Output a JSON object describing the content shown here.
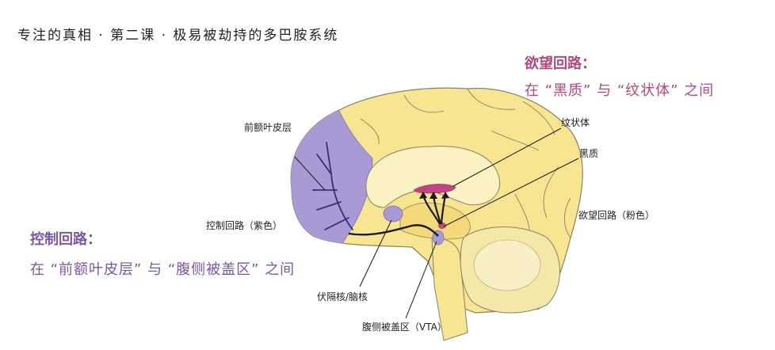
{
  "header": {
    "title": "专注的真相 · 第二课 · 极易被劫持的多巴胺系统"
  },
  "desire_circuit": {
    "heading": "欲望回路：",
    "description": "在 “黑质” 与 “纹状体” 之间",
    "color": "#b0497a"
  },
  "control_circuit": {
    "heading": "控制回路：",
    "description": "在 “前额叶皮层” 与 “腹侧被盖区” 之间",
    "color": "#7a56a8"
  },
  "labels": {
    "prefrontal_cortex": "前额叶皮层",
    "control_circuit_color": "控制回路（紫色）",
    "striatum": "纹状体",
    "substantia_nigra": "黑质",
    "desire_circuit_color": "欲望回路（粉色）",
    "septal_accumbens": "伏隔核/脑核",
    "vta": "腹侧被盖区（VTA）"
  },
  "colors": {
    "brain_fill": "#f7e592",
    "brain_outline": "#8a8160",
    "prefrontal_purple": "#a99ad6",
    "inner_pale": "#faf2c2",
    "striatum_pink": "#c2467f",
    "pathway": "#1a1a1a"
  }
}
